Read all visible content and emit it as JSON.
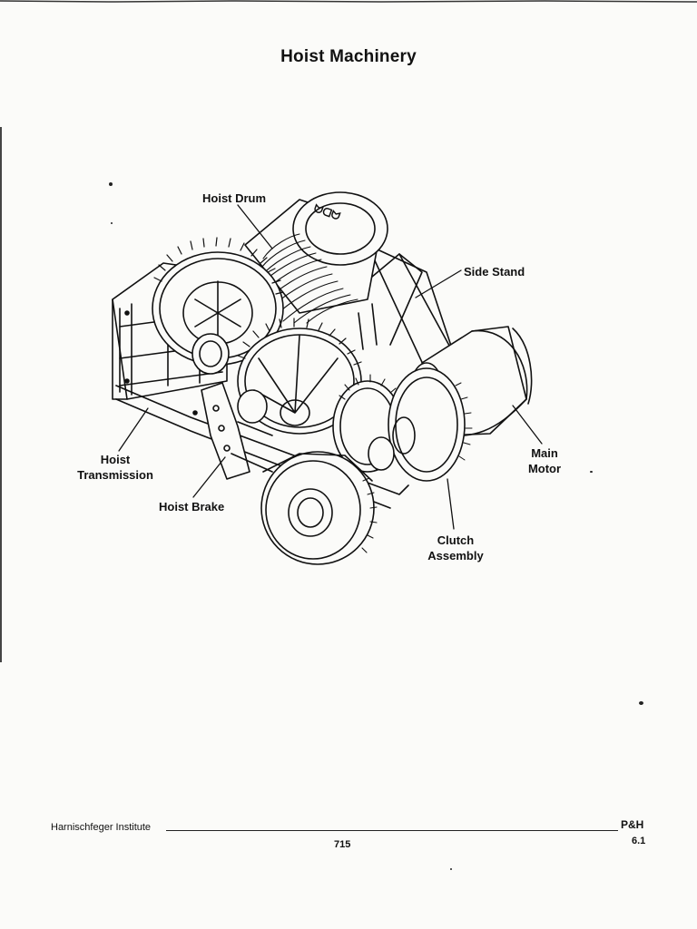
{
  "title": "Hoist Machinery",
  "labels": {
    "hoist_drum": "Hoist Drum",
    "side_stand": "Side Stand",
    "hoist_transmission_line1": "Hoist",
    "hoist_transmission_line2": "Transmission",
    "main_motor_line1": "Main",
    "main_motor_line2": "Motor",
    "hoist_brake": "Hoist Brake",
    "clutch_assembly_line1": "Clutch",
    "clutch_assembly_line2": "Assembly"
  },
  "footer": {
    "institute": "Harnischfeger Institute",
    "brand": "P&H",
    "page_number": "715",
    "section": "6.1"
  },
  "colors": {
    "ink": "#111111",
    "paper": "#fbfbf9"
  }
}
